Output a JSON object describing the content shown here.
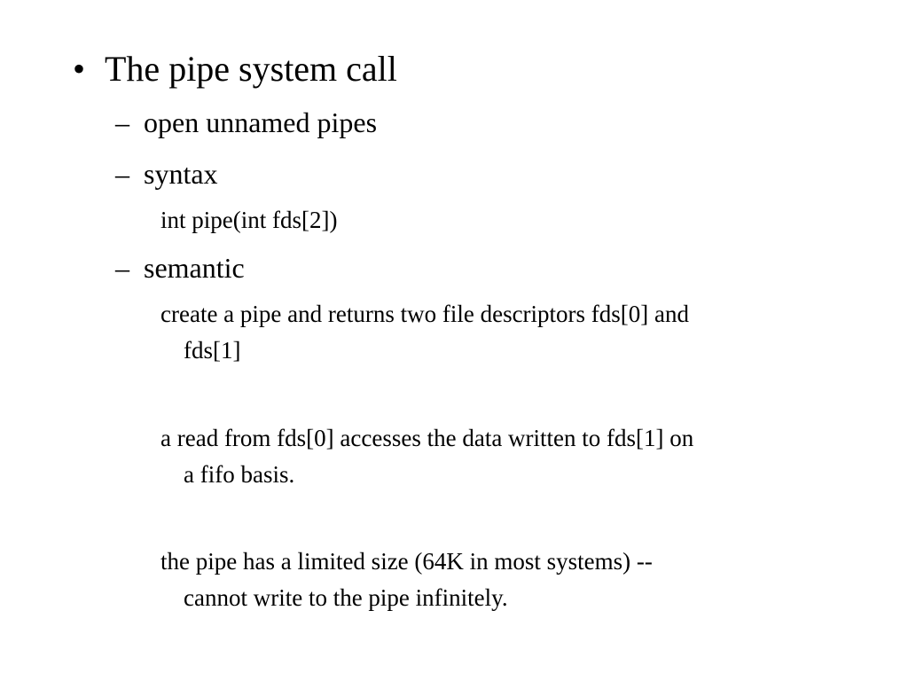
{
  "slide": {
    "bullet": "•",
    "dash": "–",
    "heading": "The pipe system call",
    "sub1": "open unnamed pipes",
    "sub2": "syntax",
    "syntax_code": "int pipe(int fds[2])",
    "sub3": "semantic",
    "sem1_line1": "create a pipe and returns two file descriptors fds[0] and",
    "sem1_line2": "fds[1]",
    "sem2_line1": "a read from fds[0] accesses the data written to fds[1] on",
    "sem2_line2": "a fifo basis.",
    "sem3_line1": "the pipe has a limited size (64K in most systems) --",
    "sem3_line2": "cannot write to the pipe infinitely."
  }
}
